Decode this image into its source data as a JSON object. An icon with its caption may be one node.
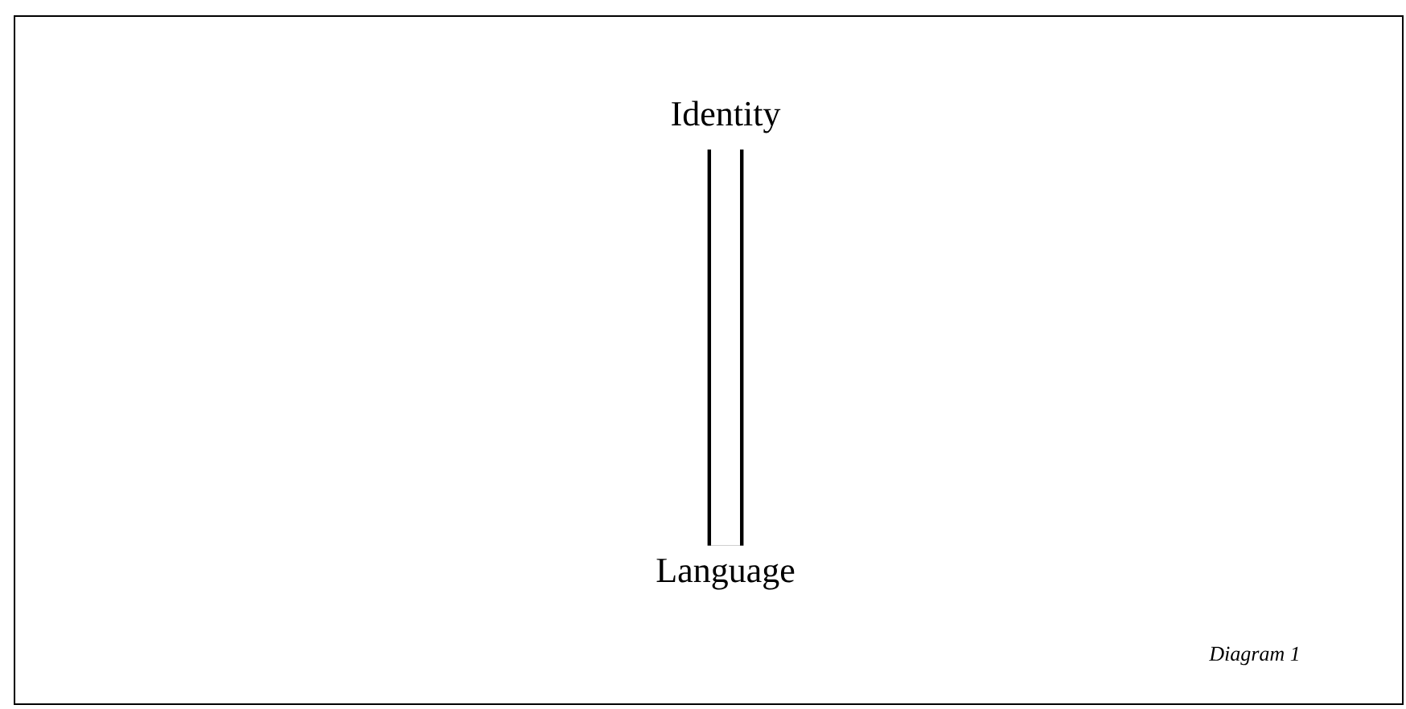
{
  "diagram": {
    "nodes": [
      {
        "text": [
          "Identity"
        ]
      },
      {
        "text": [
          "Language"
        ]
      }
    ],
    "edges": [
      {
        "from": 0,
        "to": 1,
        "arrow": "none"
      }
    ],
    "caption": "Diagram 1"
  }
}
